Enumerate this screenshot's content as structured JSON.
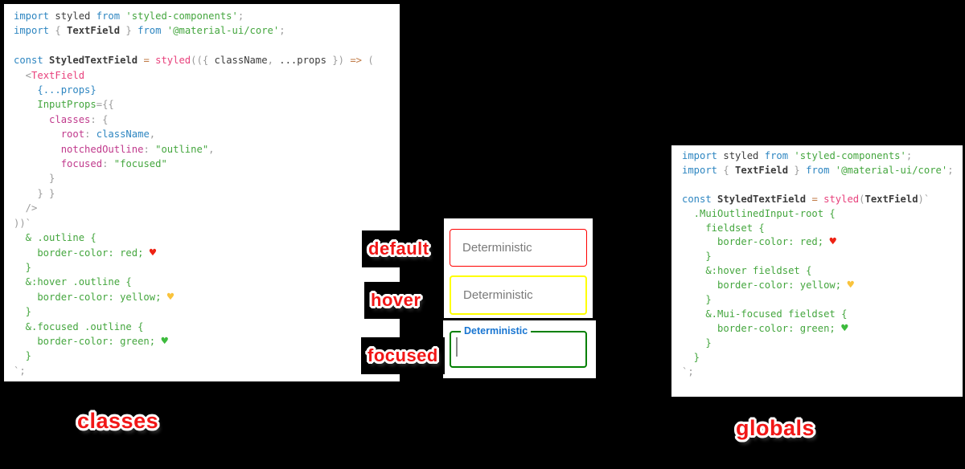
{
  "colors": {
    "keyword": "#2e86c1",
    "plain": "#3c3c3c",
    "string": "#44a63e",
    "pink": "#e8417c",
    "magenta": "#c0398c",
    "operator": "#c07a45",
    "punct": "#9b9b9b",
    "heart-red": "#ee2213",
    "heart-yellow": "#f9c33c",
    "heart-green": "#3dbb3d",
    "label": "#f11717",
    "field-red": "#ff0000",
    "field-yellow": "#ffff00",
    "field-green": "#008000",
    "focus-blue": "#1976d2",
    "placeholder": "#7a7a7a"
  },
  "icons": {
    "hr": "red-heart-icon",
    "hy": "yellow-heart-icon",
    "hg": "green-heart-icon"
  },
  "labels": {
    "default": "default",
    "hover": "hover",
    "focused": "focused",
    "classes": "classes",
    "globals": "globals"
  },
  "middle": {
    "fields": [
      {
        "state": "default",
        "placeholder": "Deterministic",
        "border": "#ff0000"
      },
      {
        "state": "hover",
        "placeholder": "Deterministic",
        "border": "#ffff00"
      },
      {
        "state": "focused",
        "label": "Deterministic",
        "border": "#008000"
      }
    ]
  },
  "left_panel": {
    "lines": [
      [
        [
          "import",
          "k"
        ],
        [
          " styled ",
          "p"
        ],
        [
          "from",
          "k"
        ],
        [
          " 'styled-components'",
          "s"
        ],
        [
          ";",
          "u"
        ]
      ],
      [
        [
          "import",
          "k"
        ],
        [
          " { ",
          "u"
        ],
        [
          "TextField",
          "b"
        ],
        [
          " } ",
          "u"
        ],
        [
          "from",
          "k"
        ],
        [
          " '@material-ui/core'",
          "s"
        ],
        [
          ";",
          "u"
        ]
      ],
      [],
      [
        [
          "const",
          "k"
        ],
        [
          " ",
          "p"
        ],
        [
          "StyledTextField",
          "b"
        ],
        [
          " ",
          "p"
        ],
        [
          "=",
          "o"
        ],
        [
          " ",
          "p"
        ],
        [
          "styled",
          "f"
        ],
        [
          "(({ ",
          "u"
        ],
        [
          "className",
          "p"
        ],
        [
          ",",
          "u"
        ],
        [
          " ...props",
          "p"
        ],
        [
          " }) ",
          "u"
        ],
        [
          "=>",
          "o"
        ],
        [
          " (",
          "u"
        ]
      ],
      [
        [
          "  <",
          "u"
        ],
        [
          "TextField",
          "f"
        ]
      ],
      [
        [
          "    ",
          "p"
        ],
        [
          "{...props}",
          "k"
        ]
      ],
      [
        [
          "    ",
          "p"
        ],
        [
          "InputProps",
          "g"
        ],
        [
          "={{",
          "u"
        ]
      ],
      [
        [
          "      ",
          "p"
        ],
        [
          "classes",
          "m"
        ],
        [
          ": {",
          "u"
        ]
      ],
      [
        [
          "        ",
          "p"
        ],
        [
          "root",
          "m"
        ],
        [
          ": ",
          "u"
        ],
        [
          "className",
          "k"
        ],
        [
          ",",
          "u"
        ]
      ],
      [
        [
          "        ",
          "p"
        ],
        [
          "notchedOutline",
          "m"
        ],
        [
          ": ",
          "u"
        ],
        [
          "\"outline\"",
          "s"
        ],
        [
          ",",
          "u"
        ]
      ],
      [
        [
          "        ",
          "p"
        ],
        [
          "focused",
          "m"
        ],
        [
          ": ",
          "u"
        ],
        [
          "\"focused\"",
          "s"
        ]
      ],
      [
        [
          "      }",
          "u"
        ]
      ],
      [
        [
          "    } }",
          "u"
        ]
      ],
      [
        [
          "  />",
          "u"
        ]
      ],
      [
        [
          "))`",
          "u"
        ]
      ],
      [
        [
          "  & .outline {",
          "g"
        ]
      ],
      [
        [
          "    border-color: red; ",
          "g"
        ],
        [
          "♥",
          "hr"
        ]
      ],
      [
        [
          "  }",
          "g"
        ]
      ],
      [
        [
          "  &:hover .outline {",
          "g"
        ]
      ],
      [
        [
          "    border-color: yellow; ",
          "g"
        ],
        [
          "♥",
          "hy"
        ]
      ],
      [
        [
          "  }",
          "g"
        ]
      ],
      [
        [
          "  &.focused .outline {",
          "g"
        ]
      ],
      [
        [
          "    border-color: green; ",
          "g"
        ],
        [
          "♥",
          "hg"
        ]
      ],
      [
        [
          "  }",
          "g"
        ]
      ],
      [
        [
          "`;",
          "u"
        ]
      ]
    ]
  },
  "right_panel": {
    "lines": [
      [
        [
          "import",
          "k"
        ],
        [
          " styled ",
          "p"
        ],
        [
          "from",
          "k"
        ],
        [
          " 'styled-components'",
          "s"
        ],
        [
          ";",
          "u"
        ]
      ],
      [
        [
          "import",
          "k"
        ],
        [
          " { ",
          "u"
        ],
        [
          "TextField",
          "b"
        ],
        [
          " } ",
          "u"
        ],
        [
          "from",
          "k"
        ],
        [
          " '@material-ui/core'",
          "s"
        ],
        [
          ";",
          "u"
        ]
      ],
      [],
      [
        [
          "const",
          "k"
        ],
        [
          " ",
          "p"
        ],
        [
          "StyledTextField",
          "b"
        ],
        [
          " ",
          "p"
        ],
        [
          "=",
          "o"
        ],
        [
          " ",
          "p"
        ],
        [
          "styled",
          "f"
        ],
        [
          "(",
          "u"
        ],
        [
          "TextField",
          "b"
        ],
        [
          ")`",
          "u"
        ]
      ],
      [
        [
          "  .MuiOutlinedInput-root {",
          "g"
        ]
      ],
      [
        [
          "    fieldset {",
          "g"
        ]
      ],
      [
        [
          "      border-color: red; ",
          "g"
        ],
        [
          "♥",
          "hr"
        ]
      ],
      [
        [
          "    }",
          "g"
        ]
      ],
      [
        [
          "    &:hover fieldset {",
          "g"
        ]
      ],
      [
        [
          "      border-color: yellow; ",
          "g"
        ],
        [
          "♥",
          "hy"
        ]
      ],
      [
        [
          "    }",
          "g"
        ]
      ],
      [
        [
          "    &.Mui-focused fieldset {",
          "g"
        ]
      ],
      [
        [
          "      border-color: green; ",
          "g"
        ],
        [
          "♥",
          "hg"
        ]
      ],
      [
        [
          "    }",
          "g"
        ]
      ],
      [
        [
          "  }",
          "g"
        ]
      ],
      [
        [
          "`;",
          "u"
        ]
      ]
    ]
  }
}
